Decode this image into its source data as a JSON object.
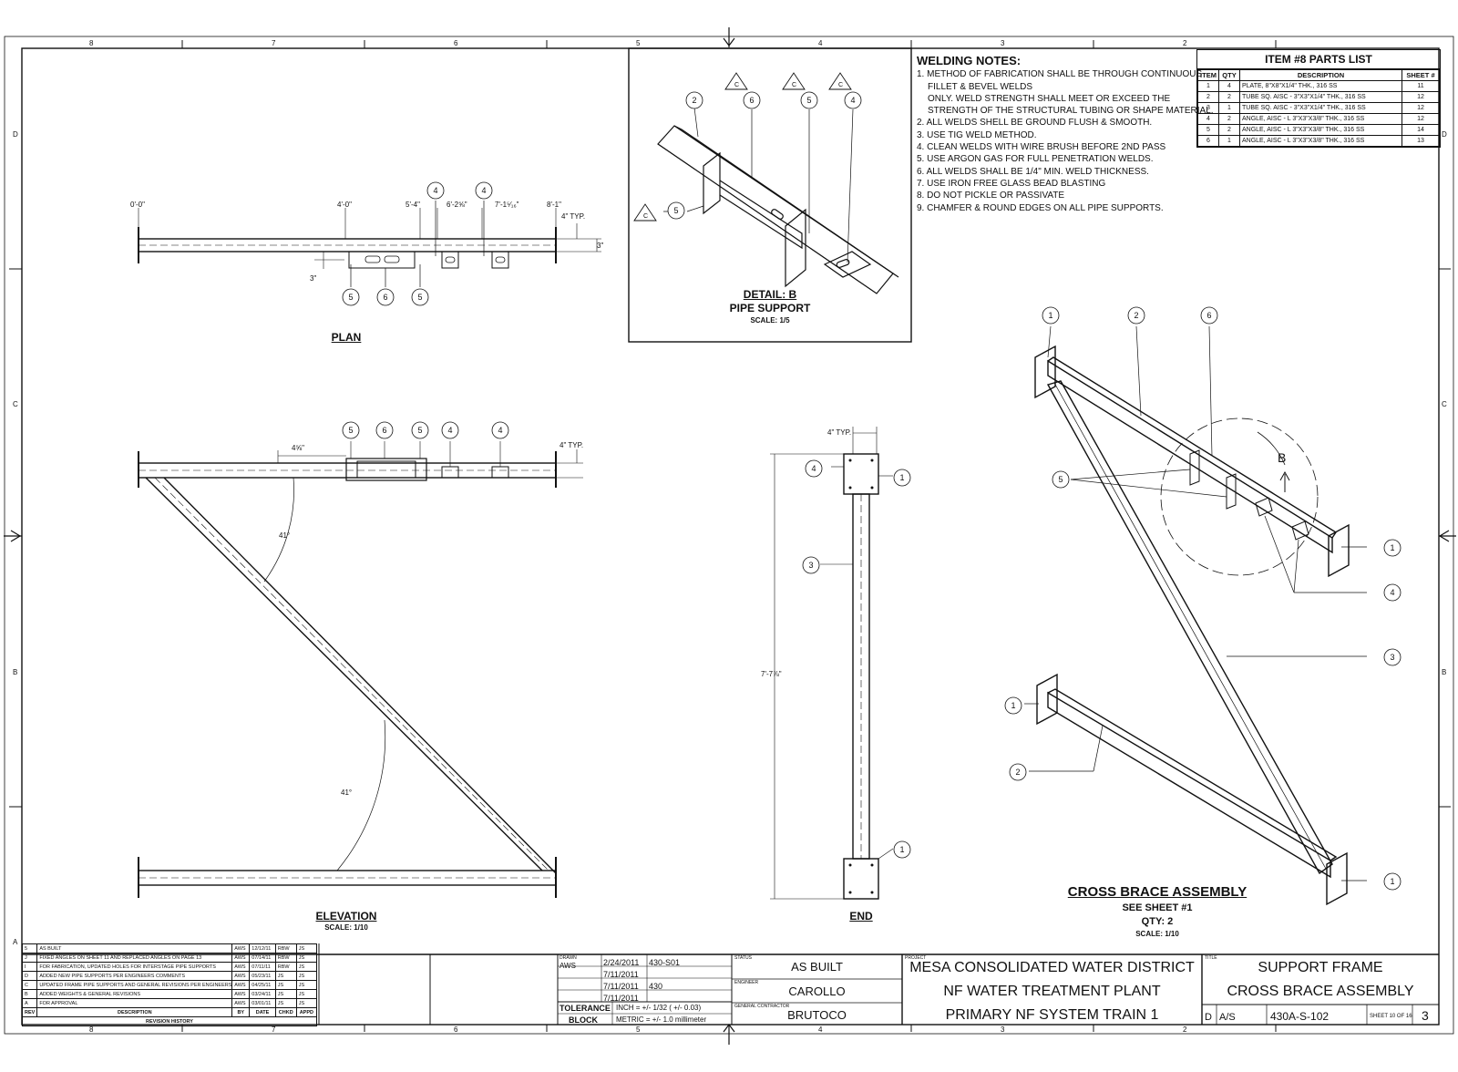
{
  "welding_notes": {
    "title": "WELDING NOTES:",
    "lines": [
      "1. METHOD OF FABRICATION SHALL BE THROUGH CONTINUOUS",
      "FILLET & BEVEL WELDS",
      "ONLY.  WELD STRENGTH SHALL MEET OR EXCEED THE",
      "STRENGTH OF THE STRUCTURAL TUBING OR SHAPE MATERIAL.",
      "2. ALL WELDS SHELL BE GROUND FLUSH & SMOOTH.",
      "3. USE TIG WELD METHOD.",
      "4. CLEAN WELDS WITH WIRE BRUSH BEFORE 2ND PASS",
      "5. USE ARGON GAS FOR FULL PENETRATION WELDS.",
      "6. ALL WELDS SHALL BE 1/4\" MIN. WELD THICKNESS.",
      "7. USE IRON FREE GLASS BEAD BLASTING",
      "8. DO NOT PICKLE OR PASSIVATE",
      "9. CHAMFER & ROUND EDGES ON ALL PIPE SUPPORTS."
    ]
  },
  "parts_list": {
    "title": "ITEM #8 PARTS LIST",
    "headers": [
      "ITEM",
      "QTY",
      "DESCRIPTION",
      "SHEET #"
    ],
    "rows": [
      [
        "1",
        "4",
        "PLATE, 8\"X8\"X1/4\" THK., 316 SS",
        "11"
      ],
      [
        "2",
        "2",
        "TUBE SQ. AISC - 3\"X3\"X1/4\" THK., 316 SS",
        "12"
      ],
      [
        "3",
        "1",
        "TUBE SQ. AISC - 3\"X3\"X1/4\" THK., 316 SS",
        "12"
      ],
      [
        "4",
        "2",
        "ANGLE, AISC - L 3\"X3\"X3/8\" THK., 316 SS",
        "12"
      ],
      [
        "5",
        "2",
        "ANGLE, AISC - L 3\"X3\"X3/8\" THK., 316 SS",
        "14"
      ],
      [
        "6",
        "1",
        "ANGLE, AISC - L 3\"X3\"X3/8\" THK., 316 SS",
        "13"
      ]
    ]
  },
  "views": {
    "plan": "PLAN",
    "detail_title": "DETAIL:  B",
    "detail_sub": "PIPE SUPPORT",
    "detail_scale": "SCALE: 1/5",
    "elevation": "ELEVATION",
    "elevation_scale": "SCALE: 1/10",
    "end": "END",
    "assembly_title": "CROSS BRACE ASSEMBLY",
    "assembly_see": "SEE SHEET #1",
    "assembly_qty": "QTY: 2",
    "assembly_scale": "SCALE: 1/10",
    "detail_marker": "B"
  },
  "dimensions": {
    "plan_0": "0'-0\"",
    "plan_4": "4'-0\"",
    "plan_54": "5'-4\"",
    "plan_62": "6'-2⅝\"",
    "plan_71": "7'-1⁵⁄₁₆\"",
    "plan_81": "8'-1\"",
    "typ4": "4\" TYP.",
    "three": "3\"",
    "elev_45": "4⅝\"",
    "angle": "41°",
    "end_height": "7'-7⅞\""
  },
  "weld_symbol": "C",
  "grid": {
    "top": [
      "8",
      "7",
      "6",
      "5",
      "4",
      "3",
      "2"
    ],
    "side": [
      "D",
      "C",
      "B",
      "A"
    ]
  },
  "revisions": {
    "rows": [
      [
        "5",
        "AS BUILT",
        "AWS",
        "12/12/11",
        "RBW",
        "JS"
      ],
      [
        "J",
        "FIXED ANGLES ON SHEET 11 AND REPLACED ANGLES ON PAGE 13",
        "AWS",
        "07/14/11",
        "RBW",
        "JS"
      ],
      [
        "I",
        "FOR FABRICATION, UPDATED HOLES FOR INTERSTAGE PIPE SUPPORTS",
        "AWS",
        "07/11/11",
        "RBW",
        "JS"
      ],
      [
        "D",
        "ADDED NEW PIPE SUPPORTS PER ENGINEERS COMMENTS",
        "AWS",
        "05/23/11",
        "JS",
        "JS"
      ],
      [
        "C",
        "UPDATED FRAME PIPE SUPPORTS AND GENERAL REVISIONS PER ENGINEERS COMMENTS",
        "AWS",
        "04/25/11",
        "JS",
        "JS"
      ],
      [
        "B",
        "ADDED WEIGHTS & GENERAL REVISIONS",
        "AWS",
        "03/24/11",
        "JS",
        "JS"
      ],
      [
        "A",
        "FOR APPROVAL",
        "AWS",
        "03/01/11",
        "JS",
        "JS"
      ]
    ],
    "header": [
      "REV",
      "DESCRIPTION",
      "BY",
      "DATE",
      "CHKD",
      "APPD"
    ],
    "footer": "REVISION HISTORY"
  },
  "title_block": {
    "drawn_label": "DRAWN",
    "drawn_by": "AWS",
    "date1": "2/24/2011",
    "job_no": "430-S01",
    "date2": "7/11/2011",
    "date3": "7/11/2011",
    "sheet_no_top": "430",
    "date4": "7/11/2011",
    "tolerance_title": "TOLERANCE",
    "tolerance_block": "BLOCK",
    "inch_tol": "INCH = +/- 1/32 ( +/- 0.03)",
    "metric_tol": "METRIC = +/- 1.0 millimeter",
    "status": "AS BUILT",
    "engineer": "CAROLLO",
    "contractor": "BRUTOCO",
    "status_label": "STATUS",
    "engineer_label": "ENGINEER",
    "contractor_label": "GENERAL CONTRACTOR",
    "project_label": "PROJECT",
    "project1": "MESA CONSOLIDATED WATER DISTRICT",
    "project2": "NF WATER TREATMENT PLANT",
    "project3": "PRIMARY NF SYSTEM TRAIN 1",
    "title_label": "TITLE",
    "title1": "SUPPORT FRAME",
    "title2": "CROSS BRACE ASSEMBLY",
    "size": "D",
    "scale": "A/S",
    "dwg_no": "430A-S-102",
    "sheet": "SHEET 10  OF 16",
    "rev": "3"
  }
}
